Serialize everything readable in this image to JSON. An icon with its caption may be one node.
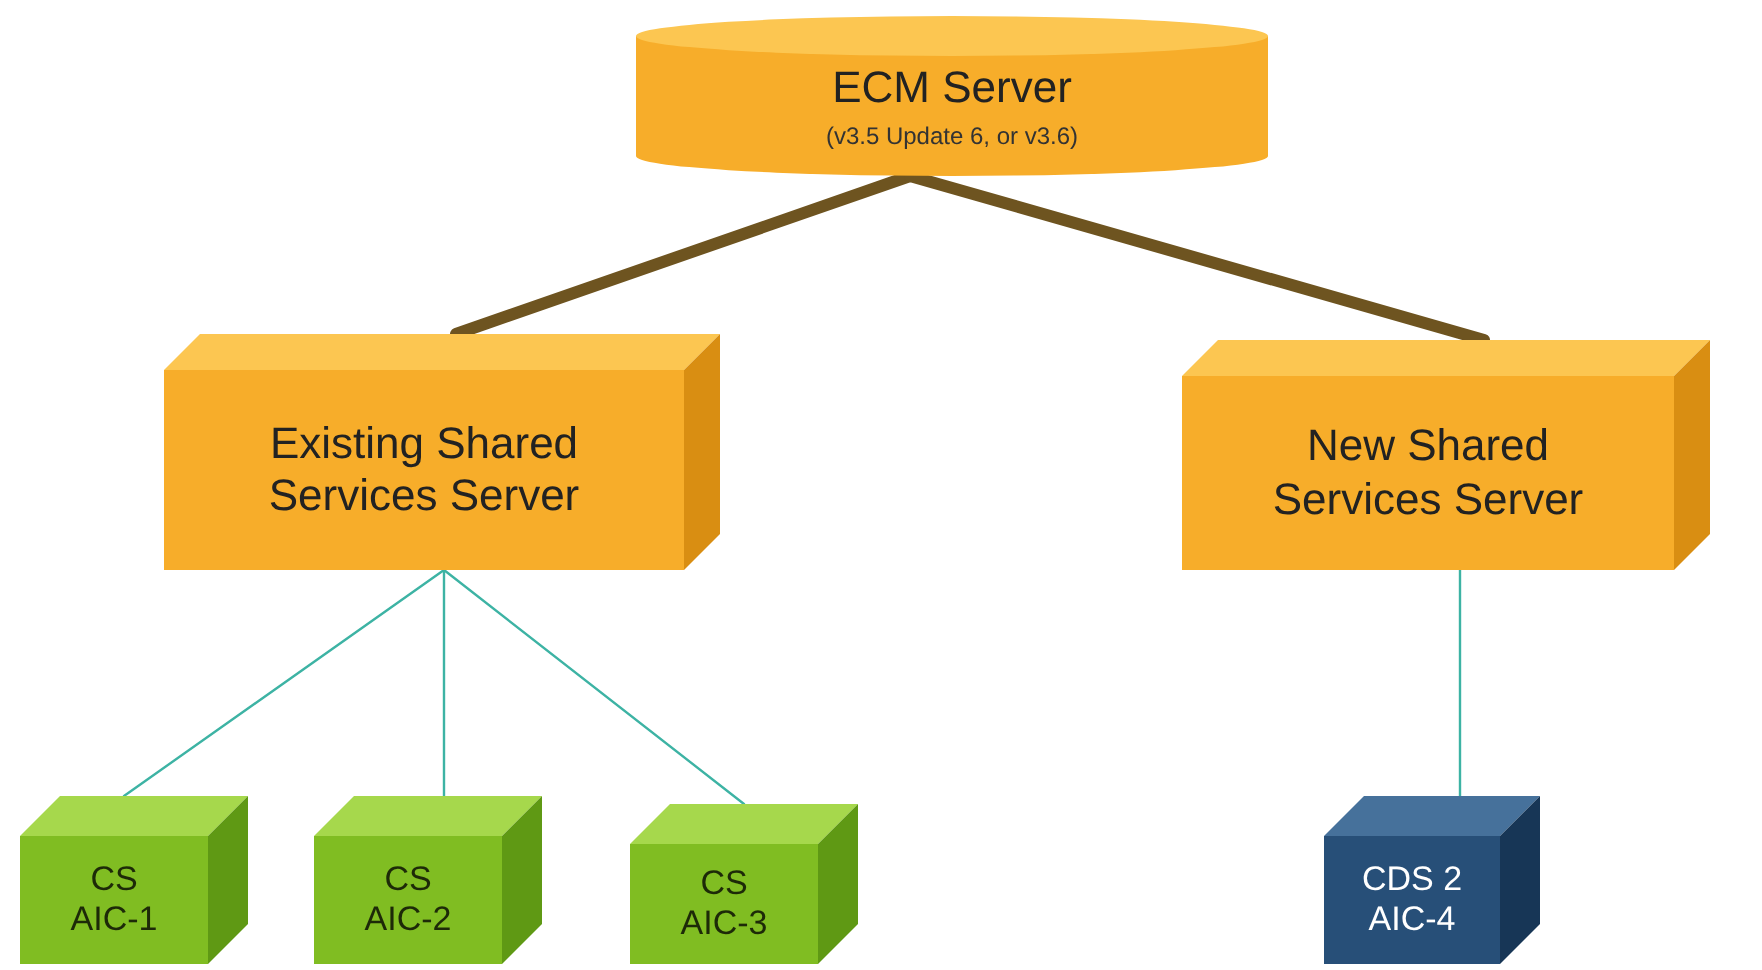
{
  "diagram": {
    "nodes": [
      {
        "text": [
          "ECM Server",
          "(v3.5 Update 6, or v3.6)"
        ]
      },
      {
        "text": [
          "Existing Shared Services Server"
        ]
      },
      {
        "text": [
          "New Shared Services Server"
        ]
      },
      {
        "text": [
          "CS AIC-1"
        ]
      },
      {
        "text": [
          "CS AIC-2"
        ]
      },
      {
        "text": [
          "CS AIC-3"
        ]
      },
      {
        "text": [
          "CDS 2 AIC-4"
        ]
      }
    ],
    "edges": [
      {
        "from": 0,
        "to": 1,
        "arrow": "none",
        "style": "thick",
        "color": "#6e5420"
      },
      {
        "from": 0,
        "to": 2,
        "arrow": "none",
        "style": "thick",
        "color": "#6e5420"
      },
      {
        "from": 1,
        "to": 3,
        "arrow": "none"
      },
      {
        "from": 1,
        "to": 4,
        "arrow": "none"
      },
      {
        "from": 1,
        "to": 5,
        "arrow": "none"
      },
      {
        "from": 2,
        "to": 6,
        "arrow": "none"
      }
    ]
  }
}
